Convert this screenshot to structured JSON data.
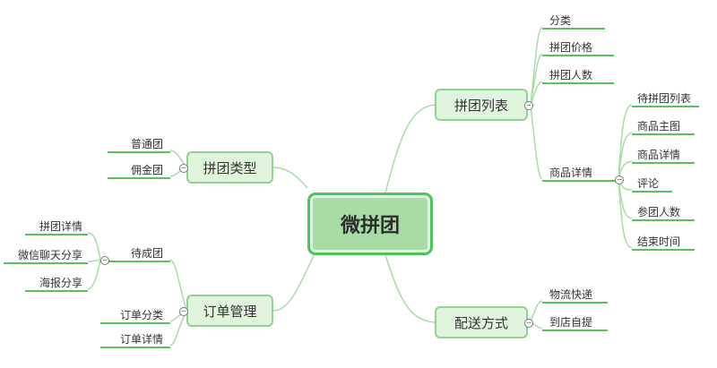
{
  "root": "微拼团",
  "branches": {
    "list": "拼团列表",
    "type": "拼团类型",
    "order": "订单管理",
    "delivery": "配送方式"
  },
  "list_children": {
    "category": "分类",
    "price": "拼团价格",
    "people": "拼团人数",
    "detail": "商品详情"
  },
  "detail_children": {
    "pending_list": "待拼团列表",
    "main_image": "商品主图",
    "goods_detail": "商品详情",
    "comment": "评论",
    "participants": "参团人数",
    "end_time": "结束时间"
  },
  "type_children": {
    "normal": "普通团",
    "commission": "佣金团"
  },
  "order_children": {
    "pending": "待成团",
    "category": "订单分类",
    "detail": "订单详情"
  },
  "pending_children": {
    "group_detail": "拼团详情",
    "wechat_share": "微信聊天分享",
    "poster_share": "海报分享"
  },
  "delivery_children": {
    "express": "物流快递",
    "pickup": "到店自提"
  },
  "colors": {
    "line": "#a9dba6",
    "accent": "#56c45e",
    "root_fill": "#a8dba5",
    "branch_fill": "#dff3dd"
  }
}
